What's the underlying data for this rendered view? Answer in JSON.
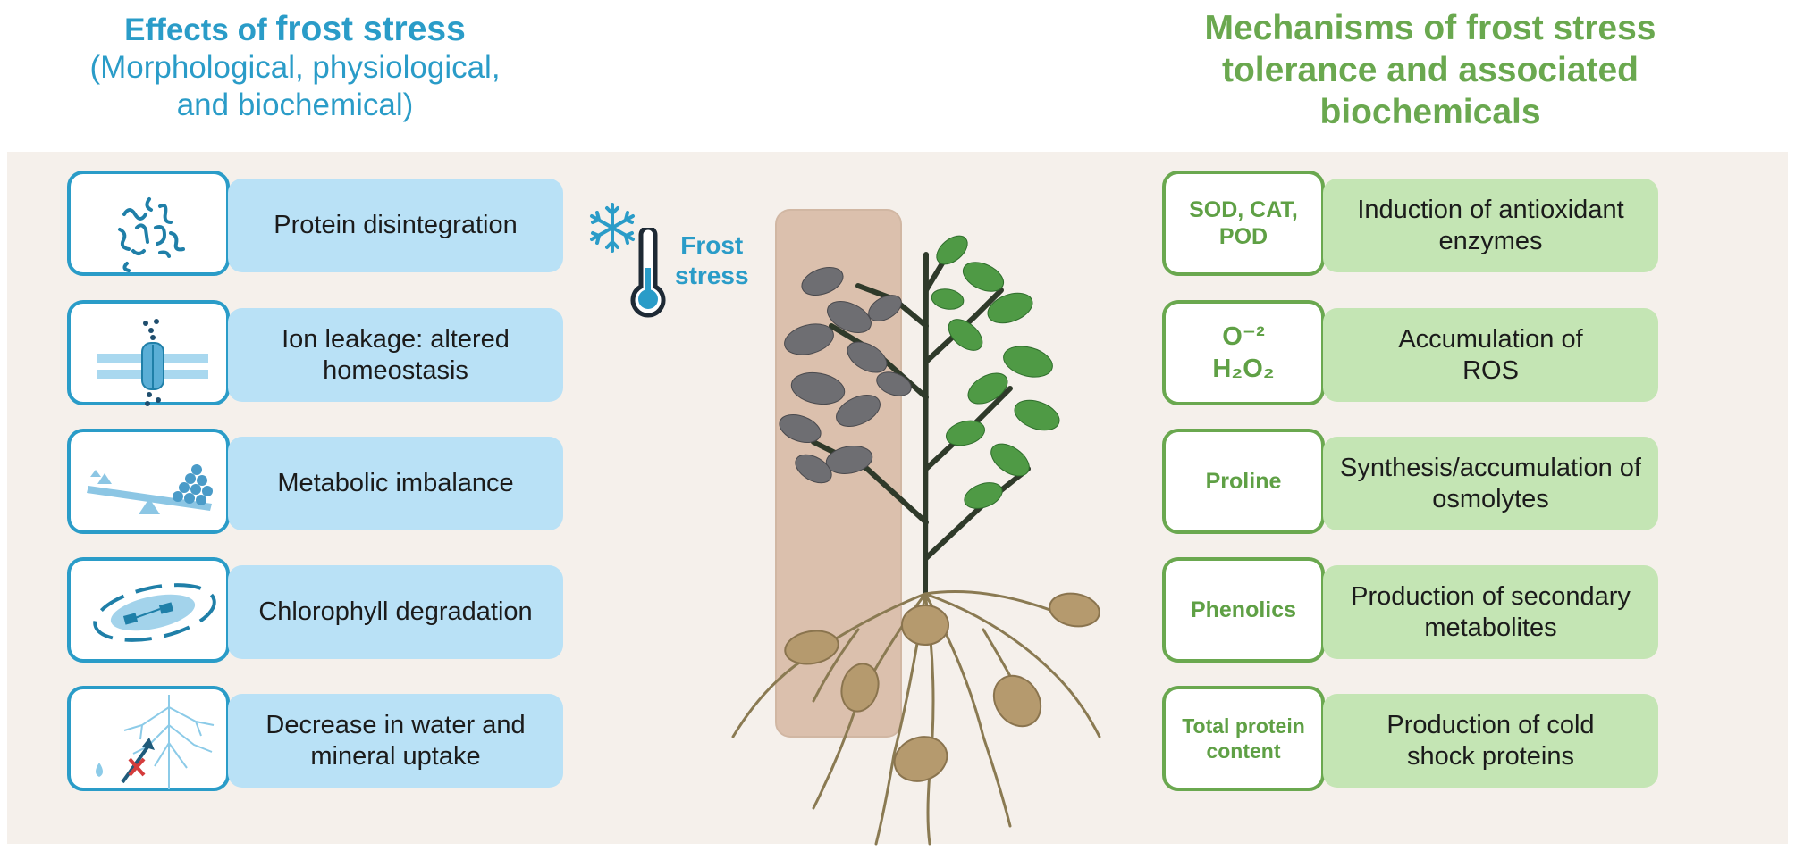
{
  "left_panel": {
    "title_prefix": "Effects of ",
    "title_emphasis": "frost stress",
    "subtitle_line1": "(Morphological, physiological,",
    "subtitle_line2": "and biochemical)",
    "items": [
      {
        "label": "Protein disintegration",
        "icon": "protein-fragments-icon"
      },
      {
        "label": "Ion leakage: altered homeostasis",
        "icon": "ion-channel-icon"
      },
      {
        "label": "Metabolic imbalance",
        "icon": "seesaw-icon"
      },
      {
        "label": "Chlorophyll degradation",
        "icon": "chloroplast-icon"
      },
      {
        "label": "Decrease in water and mineral uptake",
        "icon": "roots-water-icon"
      }
    ]
  },
  "center": {
    "frost_label_line1": "Frost",
    "frost_label_line2": "stress",
    "icons": [
      "snowflake-icon",
      "thermometer-icon",
      "potato-plant-illustration"
    ]
  },
  "right_panel": {
    "title_line1": "Mechanisms of frost stress",
    "title_line2": "tolerance and associated",
    "title_line3": "biochemicals",
    "items": [
      {
        "tag": "SOD, CAT, POD",
        "label": "Induction of antioxidant enzymes"
      },
      {
        "tag_line1": "O⁻²",
        "tag_line2": "H₂O₂",
        "label": "Accumulation of ROS"
      },
      {
        "tag": "Proline",
        "label": "Synthesis/accumulation of osmolytes"
      },
      {
        "tag": "Phenolics",
        "label": "Production of secondary metabolites"
      },
      {
        "tag": "Total protein content",
        "label": "Production of cold shock proteins"
      }
    ]
  },
  "colors": {
    "blue_accent": "#2a9cc8",
    "blue_bar": "#b9e1f6",
    "green_accent": "#6aa84f",
    "green_bar": "#c4e5b4",
    "background": "#f5f0eb"
  }
}
